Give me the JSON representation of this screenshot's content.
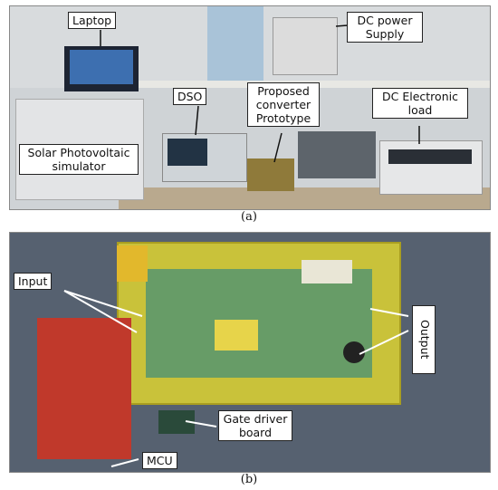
{
  "caption_a": "(a)",
  "caption_b": "(b)",
  "labels_a": {
    "laptop": "Laptop",
    "dc_power_supply_1": "DC power",
    "dc_power_supply_2": "Supply",
    "dso": "DSO",
    "proposed_1": "Proposed",
    "proposed_2": "converter",
    "proposed_3": "Prototype",
    "dc_load_1": "DC Electronic",
    "dc_load_2": "load",
    "pv_sim_1": "Solar Photovoltaic",
    "pv_sim_2": "simulator"
  },
  "labels_b": {
    "input": "Input",
    "output": "Output",
    "gate_driver_1": "Gate driver",
    "gate_driver_2": "board",
    "mcu": "MCU"
  }
}
